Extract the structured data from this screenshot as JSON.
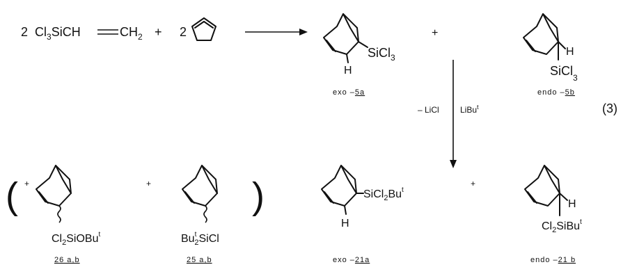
{
  "equation_number": "(3)",
  "reactants": {
    "coefficient_1": "2",
    "vinyl_trichlorosilane": "Cl3SiCH=CH2",
    "plus": "+",
    "coefficient_2": "2"
  },
  "reagents": {
    "minus_licl": "– LiCl",
    "libut": "LiBu",
    "libut_sup": "t"
  },
  "products_top": [
    {
      "substituent": "SiCl3",
      "h_label": "H",
      "name_prefix": "exo –",
      "name_num": "5a"
    },
    {
      "substituent": "SiCl",
      "substituent_sub": "3",
      "h_label": "H",
      "name_prefix": "endo –",
      "name_num": "5b"
    }
  ],
  "products_bottom": [
    {
      "substituent": "Cl2SiOBu",
      "sup": "t",
      "name": "26 a,b"
    },
    {
      "substituent": "Bu2SiCl",
      "sup": "t",
      "name": "25 a,b"
    },
    {
      "substituent": "SiCl2Bu",
      "sup": "t",
      "h_label": "H",
      "name_prefix": "exo –",
      "name_num": "21a"
    },
    {
      "substituent": "Cl2SiBu",
      "sup": "t",
      "h_label": "H",
      "name_prefix": "endo –",
      "name_num": "21 b"
    }
  ],
  "plus_sign": "+",
  "open_paren": "(",
  "close_paren": ")"
}
